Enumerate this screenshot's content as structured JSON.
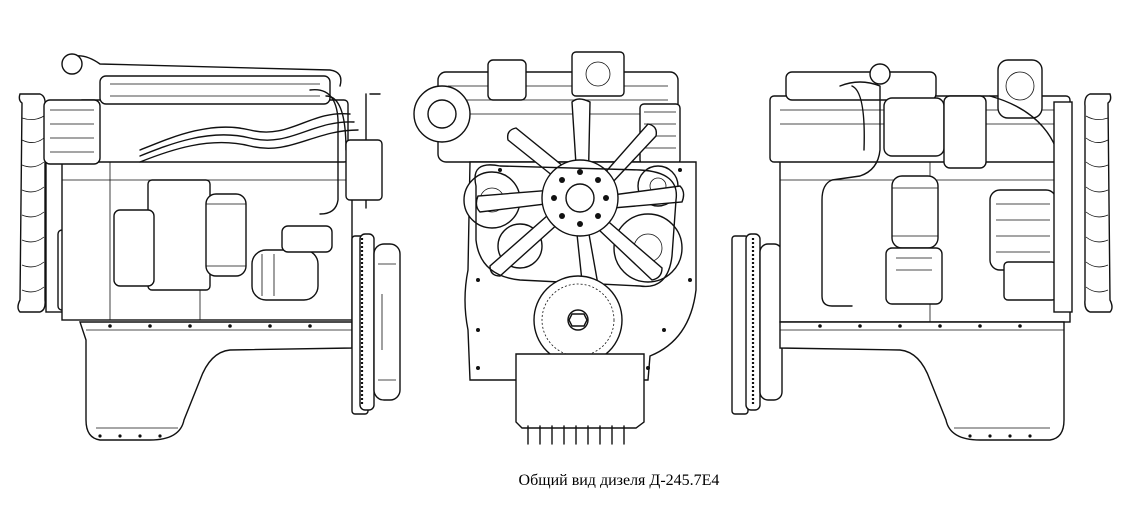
{
  "figure": {
    "caption": "Общий вид дизеля Д-245.7Е4"
  },
  "views": [
    {
      "id": "left-side-view",
      "icon": "engine-side-view-left"
    },
    {
      "id": "front-view",
      "icon": "engine-front-view"
    },
    {
      "id": "right-side-view",
      "icon": "engine-side-view-right"
    }
  ]
}
